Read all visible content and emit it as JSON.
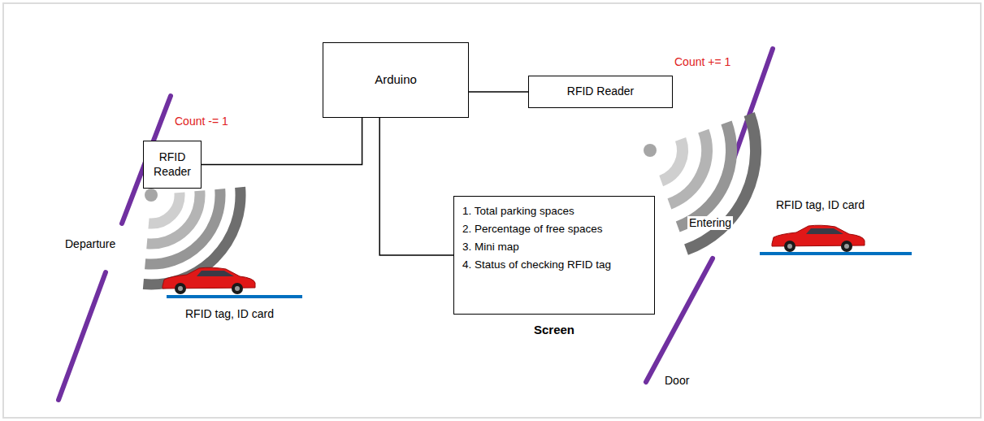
{
  "diagram": {
    "nodes": [
      {
        "text": [
          "Arduino"
        ]
      },
      {
        "text": [
          "RFID Reader"
        ]
      },
      {
        "text": [
          "RFID Reader"
        ]
      },
      {
        "text": [
          "1. Total parking spaces",
          "2. Percentage of free spaces",
          "3. Mini map",
          "4. Status of checking RFID tag",
          "Screen"
        ]
      }
    ],
    "edges": [
      {
        "from": 0,
        "to": 1,
        "arrow": "none"
      },
      {
        "from": 0,
        "to": 2,
        "arrow": "none"
      },
      {
        "from": 0,
        "to": 3,
        "arrow": "none"
      }
    ],
    "labels": [
      "Count -= 1",
      "Count += 1",
      "Departure",
      "Entering",
      "RFID tag, ID card",
      "RFID tag, ID card",
      "Door"
    ]
  }
}
